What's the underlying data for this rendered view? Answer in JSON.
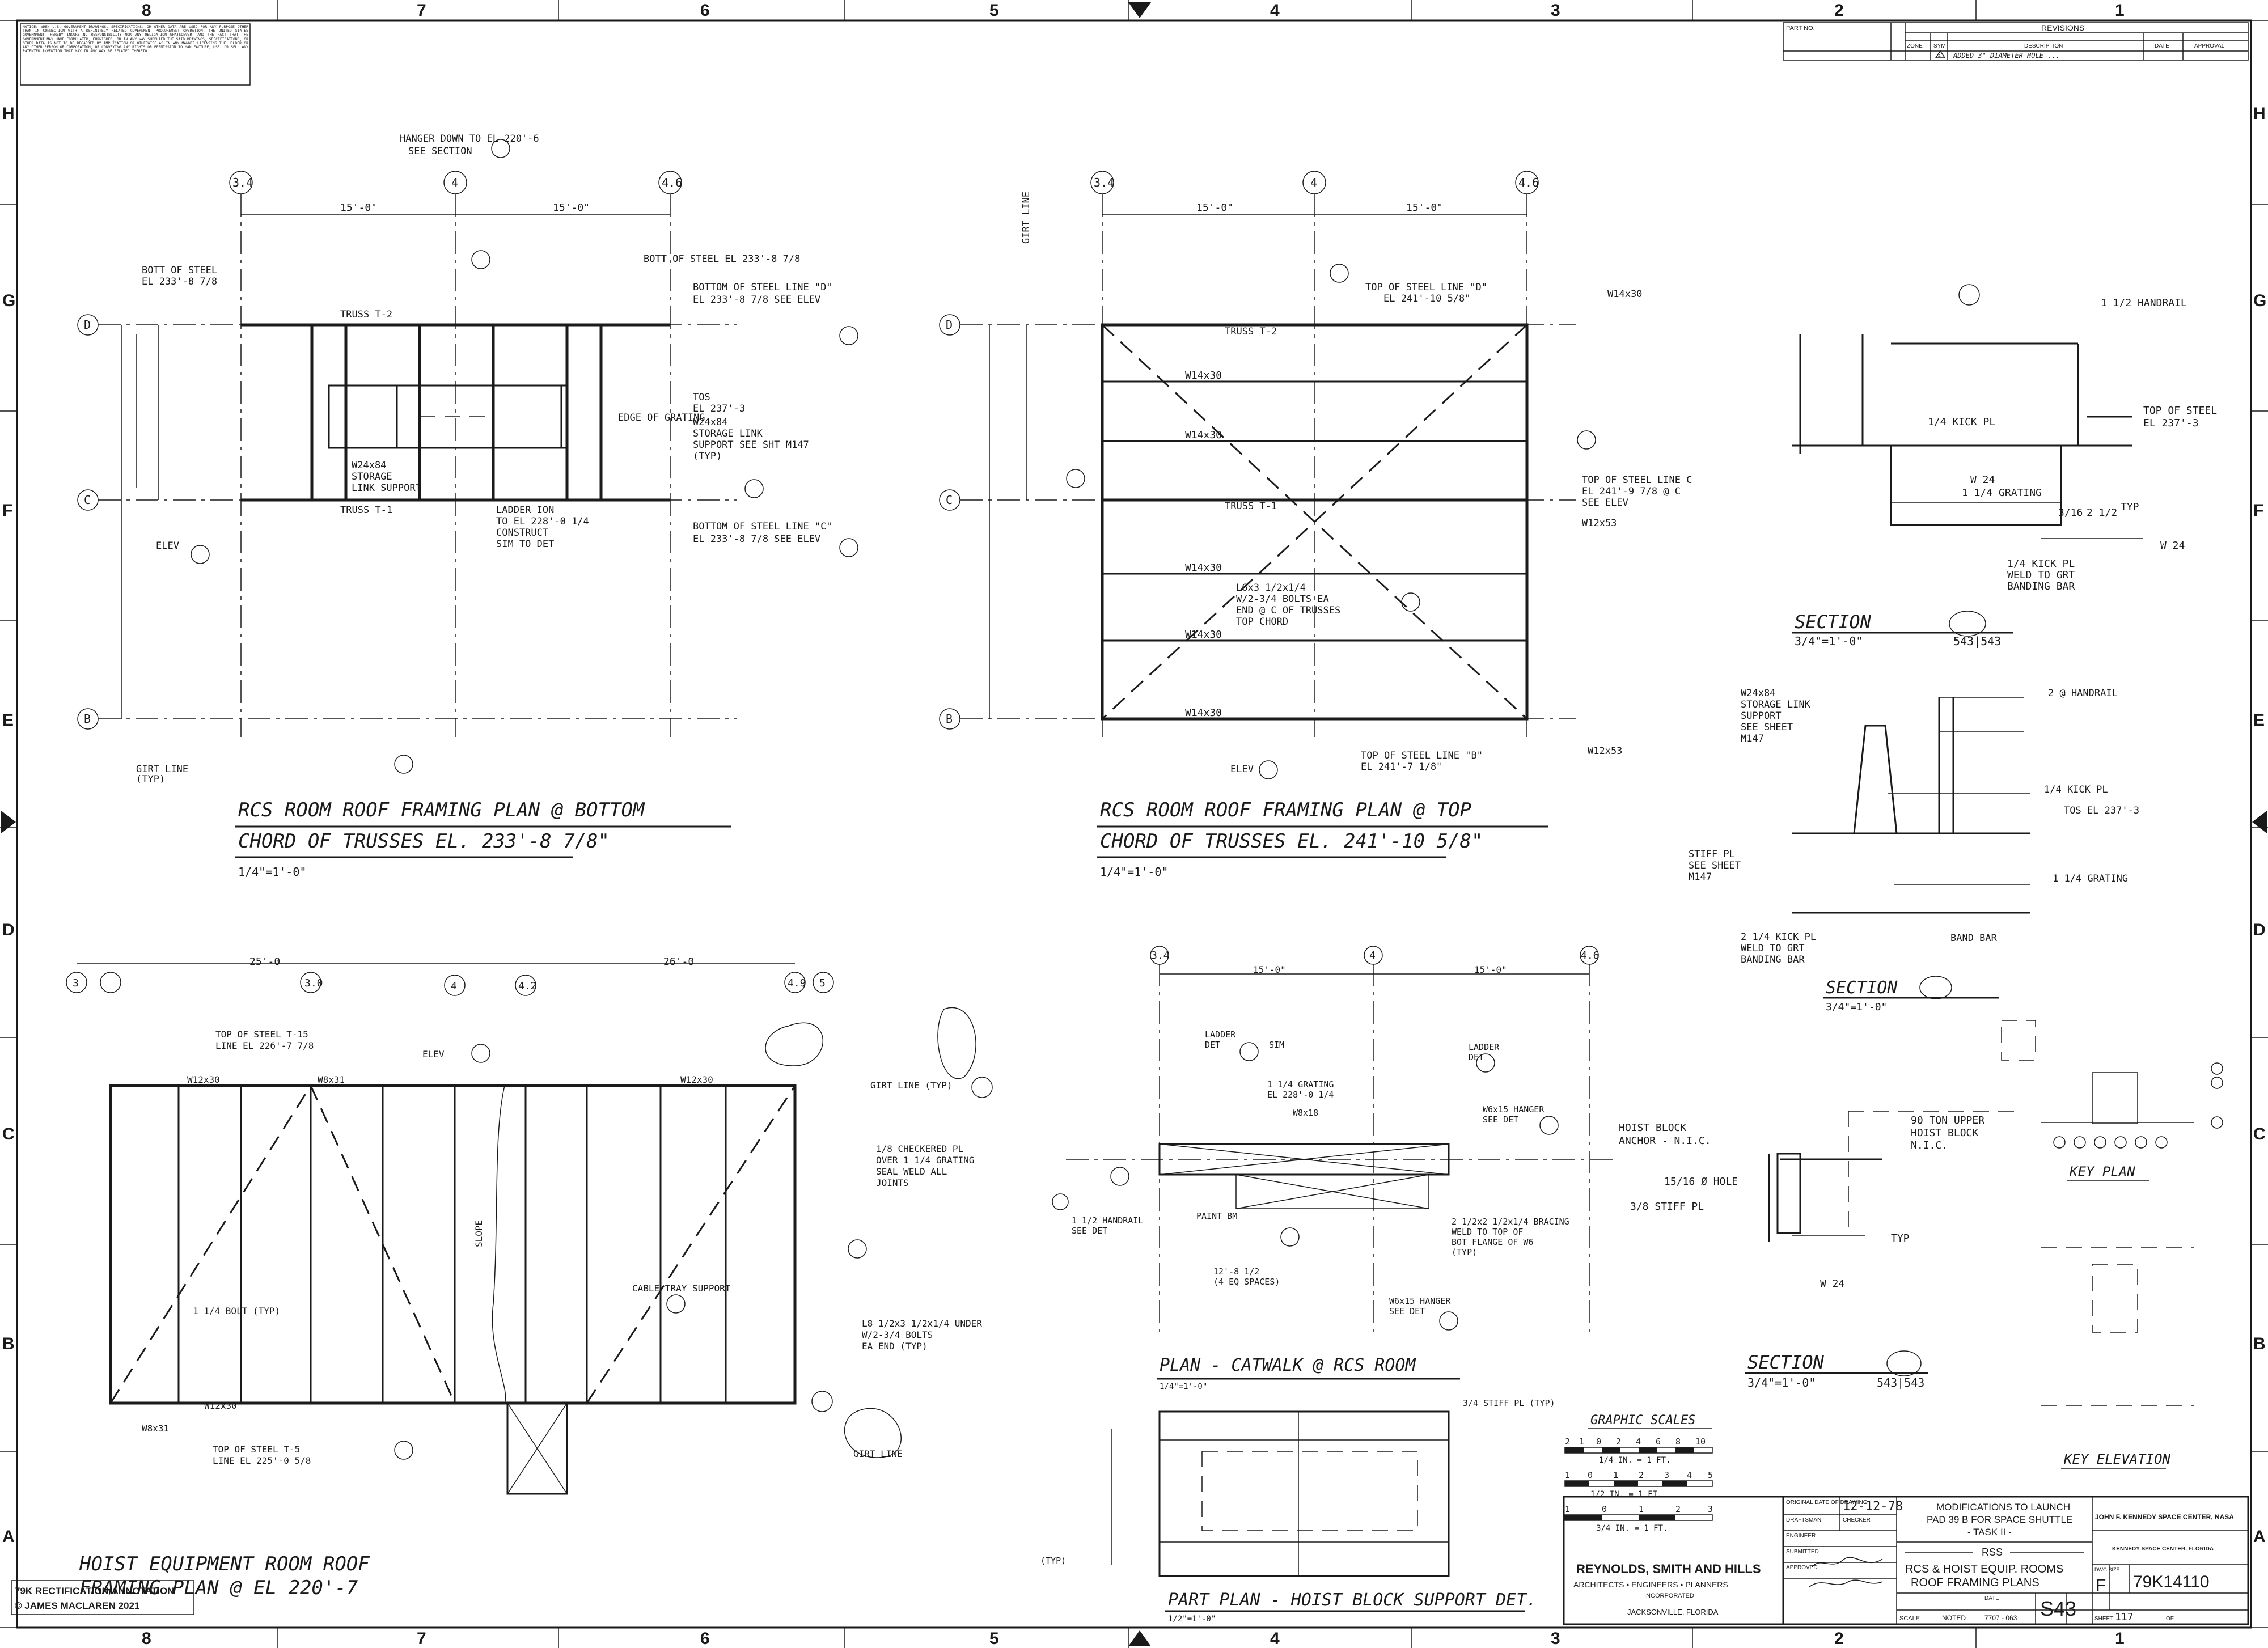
{
  "sheet": {
    "col_labels": [
      "8",
      "7",
      "6",
      "5",
      "4",
      "3",
      "2",
      "1"
    ],
    "row_labels": [
      "H",
      "G",
      "F",
      "E",
      "D",
      "C",
      "B",
      "A"
    ],
    "notice_text": "NOTICE: WHEN U.S. GOVERNMENT DRAWINGS, SPECIFICATIONS, OR OTHER DATA ARE USED FOR ANY PURPOSE OTHER THAN IN CONNECTION WITH A DEFINITELY RELATED GOVERNMENT PROCUREMENT OPERATION, THE UNITED STATES GOVERNMENT THEREBY INCURS NO RESPONSIBILITY NOR ANY OBLIGATION WHATSOEVER; AND THE FACT THAT THE GOVERNMENT MAY HAVE FORMULATED, FURNISHED, OR IN ANY WAY SUPPLIED THE SAID DRAWINGS, SPECIFICATIONS, OR OTHER DATA IS NOT TO BE REGARDED BY IMPLICATION OR OTHERWISE AS IN ANY MANNER LICENSING THE HOLDER OR ANY OTHER PERSON OR CORPORATION, OR CONVEYING ANY RIGHTS OR PERMISSION TO MANUFACTURE, USE, OR SELL ANY PATENTED INVENTION THAT MAY IN ANY WAY BE RELATED THERETO.",
    "credit_line1": "79K RECTIFICATION/ANNOTATION",
    "credit_line2": "© JAMES MACLAREN 2021"
  },
  "revisions": {
    "title": "REVISIONS",
    "part_no_label": "PART NO.",
    "headers": [
      "ZONE",
      "SYM",
      "DESCRIPTION",
      "DATE",
      "APPROVAL"
    ],
    "rows": [
      [
        "",
        "A",
        "ADDED 3\" DIAMETER HOLE ...",
        "",
        ""
      ]
    ]
  },
  "views": {
    "v1": {
      "title_line1": "RCS ROOM ROOF FRAMING PLAN @ BOTTOM",
      "title_line2": "CHORD OF TRUSSES EL. 233'-8 7/8\"",
      "scale": "1/4\"=1'-0\"",
      "grid_top": [
        "3.4",
        "4",
        "4.6"
      ],
      "grid_side": [
        "D",
        "C",
        "B"
      ],
      "dims_top": [
        "15'-0\"",
        "15'-0\""
      ],
      "notes": [
        "HANGER DOWN TO EL 220'-6",
        "SEE SECTION",
        "BOTT OF STEEL",
        "EL 233'-8 7/8",
        "BOTT OF STEEL EL 233'-8 7/8",
        "BOTTOM OF STEEL LINE \"D\"",
        "EL 233'-8 7/8 SEE ELEV",
        "TOS",
        "EL 237'-3",
        "W24x84",
        "STORAGE LINK",
        "SUPPORT SEE SHT M147",
        "(TYP)",
        "EDGE OF GRATING",
        "W24x84",
        "STORAGE",
        "LINK SUPPORT",
        "TRUSS T-1",
        "TRUSS T-2",
        "LADDER ION",
        "TO EL 228'-0 1/4",
        "CONSTRUCT",
        "SIM TO DET",
        "BOTTOM OF STEEL LINE \"C\"",
        "EL 233'-8 7/8 SEE ELEV",
        "ELEV",
        "GIRT LINE",
        "(TYP)"
      ]
    },
    "v2": {
      "title_line1": "RCS ROOM ROOF FRAMING PLAN @ TOP",
      "title_line2": "CHORD OF TRUSSES EL. 241'-10 5/8\"",
      "scale": "1/4\"=1'-0\"",
      "grid_top": [
        "3.4",
        "4",
        "4.6"
      ],
      "grid_side": [
        "D",
        "C",
        "B"
      ],
      "dims_top": [
        "15'-0\"",
        "15'-0\""
      ],
      "beams": [
        "W14x30",
        "W14x30",
        "W14x30",
        "W14x30",
        "W14x30"
      ],
      "notes": [
        "TOP OF STEEL LINE \"D\"",
        "EL 241'-10 5/8\"",
        "W14x30",
        "TRUSS T-2",
        "TRUSS T-1",
        "TOP OF STEEL LINE C",
        "EL 241'-9 7/8 @ C",
        "SEE ELEV",
        "W12x53",
        "L6x3 1/2x1/4",
        "W/2-3/4 BOLTS EA",
        "END @ C OF TRUSSES",
        "TOP CHORD",
        "TOP OF STEEL LINE \"B\"",
        "EL 241'-7 1/8\"",
        "W12x53",
        "ELEV",
        "GIRT LINE"
      ]
    },
    "v3": {
      "title_line1": "HOIST EQUIPMENT ROOM ROOF",
      "title_line2": "FRAMING PLAN @ EL 220'-7",
      "grid_top": [
        "3",
        "3.0",
        "4",
        "4.2",
        "4.9",
        "5"
      ],
      "dims_top": [
        "25'-0",
        "26'-0"
      ],
      "beams_top": [
        "W12x30",
        "W8x31",
        "W12x30"
      ],
      "notes": [
        "TOP OF STEEL T-15",
        "LINE EL 226'-7 7/8",
        "ELEV",
        "1/8 CHECKERED PL",
        "OVER 1 1/4 GRATING",
        "SEAL WELD ALL",
        "JOINTS",
        "CABLE TRAY SUPPORT",
        "L8 1/2x3 1/2x1/4 UNDER",
        "W/2-3/4 BOLTS",
        "EA END (TYP)",
        "TOP OF STEEL T-5",
        "LINE EL 225'-0 5/8",
        "GIRT LINE",
        "GIRT LINE (TYP)",
        "1 1/4 BOLT (TYP)",
        "SLOPE",
        "W8x31",
        "W12x30"
      ]
    },
    "v4": {
      "title": "PLAN - CATWALK @ RCS ROOM",
      "scale": "1/4\"=1'-0\"",
      "grid_top": [
        "3.4",
        "4",
        "4.6"
      ],
      "dims_top": [
        "15'-0\"",
        "15'-0\""
      ],
      "notes": [
        "LADDER",
        "DET",
        "SIM",
        "1 1/4 GRATING",
        "EL 228'-0 1/4",
        "W8x18",
        "LADDER",
        "DET",
        "W6x15 HANGER",
        "SEE DET",
        "2 1/2x2 1/2x1/4 BRACING",
        "WELD TO TOP OF",
        "BOT FLANGE OF W6",
        "(TYP)",
        "1 1/2 HANDRAIL",
        "SEE DET",
        "PAINT BM",
        "12'-8 1/2",
        "(4 EQ SPACES)",
        "W6x15 HANGER",
        "SEE DET"
      ]
    },
    "v5": {
      "title": "PART PLAN - HOIST BLOCK SUPPORT DET.",
      "scale": "1/2\"=1'-0\"",
      "notes": [
        "3/4 STIFF PL (TYP)",
        "(TYP)"
      ]
    },
    "v6": {
      "title": "SECTION",
      "scale": "3/4\"=1'-0\"",
      "ref": "543|543",
      "notes": [
        "1 1/2 HANDRAIL",
        "TOP OF STEEL",
        "EL 237'-3",
        "1/4 KICK PL",
        "W 24",
        "1 1/4 GRATING",
        "3/16",
        "2 1/2",
        "TYP",
        "W 24",
        "1/4 KICK PL",
        "WELD TO GRT",
        "BANDING BAR"
      ]
    },
    "v7": {
      "title": "SECTION",
      "scale": "3/4\"=1'-0\"",
      "notes": [
        "W24x84",
        "STORAGE LINK",
        "SUPPORT",
        "SEE SHEET",
        "M147",
        "2 @ HANDRAIL",
        "1/4 KICK PL",
        "TOS EL 237'-3",
        "STIFF PL",
        "SEE SHEET",
        "M147",
        "1 1/4 GRATING",
        "2 1/4 KICK PL",
        "WELD TO GRT",
        "BANDING BAR",
        "BAND BAR"
      ]
    },
    "v8": {
      "title": "SECTION",
      "scale": "3/4\"=1'-0\"",
      "ref": "543|543",
      "notes": [
        "HOIST BLOCK",
        "ANCHOR - N.I.C.",
        "15/16 Ø HOLE",
        "3/8 STIFF PL",
        "90 TON UPPER",
        "HOIST BLOCK",
        "N.I.C.",
        "TYP",
        "W 24"
      ]
    },
    "key_plan": {
      "title": "KEY PLAN",
      "elev_title": "KEY ELEVATION"
    },
    "graphic_scales": {
      "title": "GRAPHIC SCALES",
      "scale1": "1/4 IN. = 1 FT.",
      "scale2": "1/2 IN. = 1 FT.",
      "scale3": "3/4 IN. = 1 FT.",
      "ticks1": [
        "2",
        "1",
        "0",
        "2",
        "4",
        "6",
        "8",
        "10"
      ],
      "ticks2": [
        "1",
        "0",
        "1",
        "2",
        "3",
        "4",
        "5"
      ],
      "ticks3": [
        "1",
        "0",
        "1",
        "2",
        "3"
      ]
    }
  },
  "title_block": {
    "original_date_label": "ORIGINAL DATE OF DRAWING",
    "original_date": "12-12-78",
    "drafted_label": "DRAFTSMAN",
    "checked_label": "CHECKER",
    "engineer_label": "ENGINEER",
    "submitted_label": "SUBMITTED",
    "approved_label": "APPROVED",
    "project_line1": "MODIFICATIONS TO LAUNCH",
    "project_line2": "PAD 39 B FOR SPACE SHUTTLE",
    "project_line3": "- TASK II -",
    "sheet_heading": "RSS",
    "sheet_title1": "RCS & HOIST EQUIP. ROOMS",
    "sheet_title2": "ROOF FRAMING PLANS",
    "firm_name": "REYNOLDS, SMITH AND HILLS",
    "firm_line2": "ARCHITECTS • ENGINEERS • PLANNERS",
    "firm_line3": "INCORPORATED",
    "firm_city": "JACKSONVILLE, FLORIDA",
    "agency1": "JOHN F. KENNEDY SPACE CENTER, NASA",
    "agency2": "KENNEDY SPACE CENTER, FLORIDA",
    "scale_label": "SCALE",
    "scale_value": "NOTED",
    "date_label": "DATE",
    "date_value": "7707 - 063",
    "sheet_no": "S43",
    "dwg_size_label": "DWG SIZE",
    "dwg_size": "F",
    "dwg_no": "79K14110",
    "sheet_label": "SHEET",
    "sheet_of": "117",
    "of_label": "OF"
  }
}
